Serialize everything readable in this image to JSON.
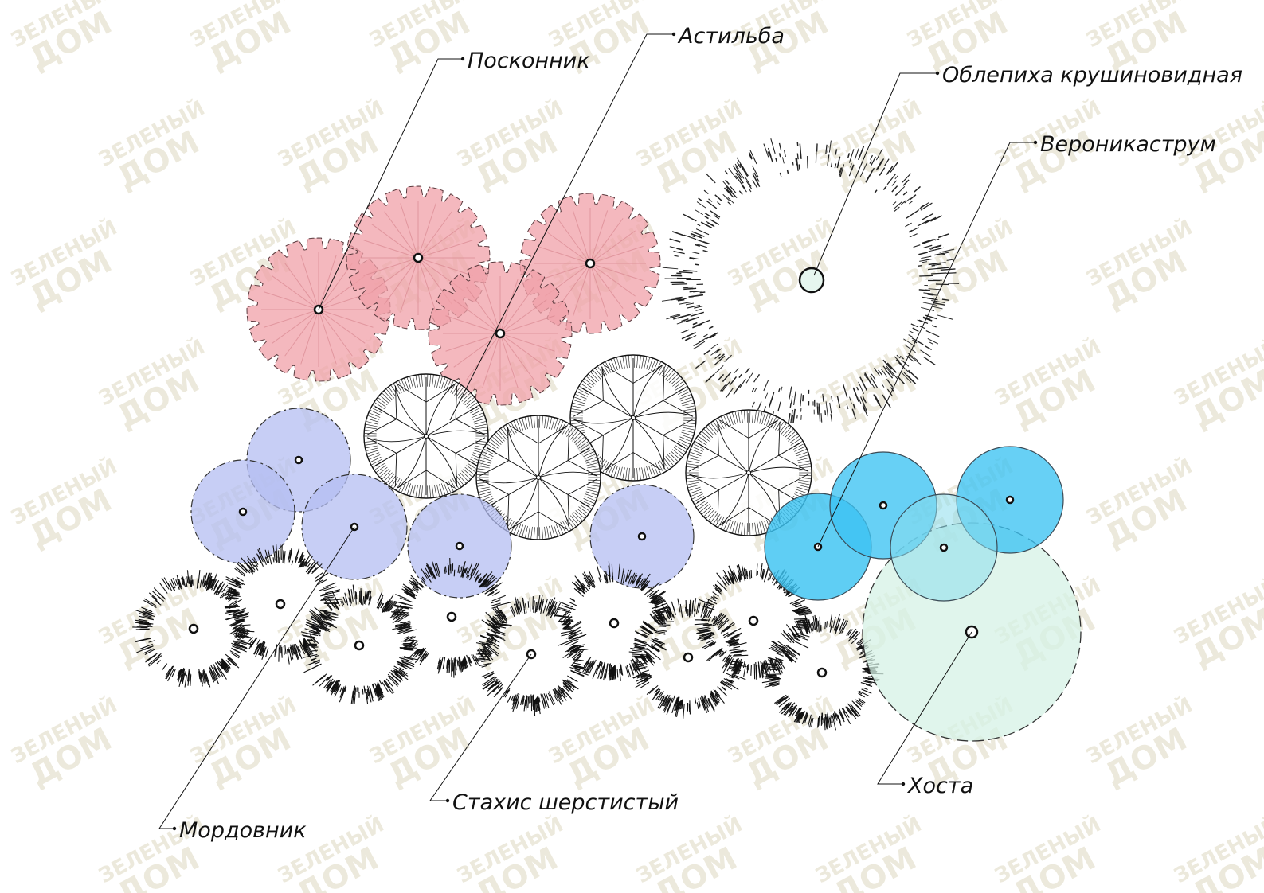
{
  "watermark": {
    "line1": "ЗЕЛЕНЫЙ",
    "line2": "ДОМ"
  },
  "colors": {
    "poskonnik": "#f0a0a8",
    "mordovnik": "#b4bdf2",
    "veronikastrum": "#3cc3f2",
    "hosta": "#d6f2e6"
  },
  "labels": {
    "poskonnik": "Посконник",
    "astilba": "Астильба",
    "oblepikha": "Облепиха крушиновидная",
    "veronikastrum": "Вероникаструм",
    "mordovnik": "Мордовник",
    "stakhis": "Стахис шерстистый",
    "hosta": "Хоста"
  }
}
